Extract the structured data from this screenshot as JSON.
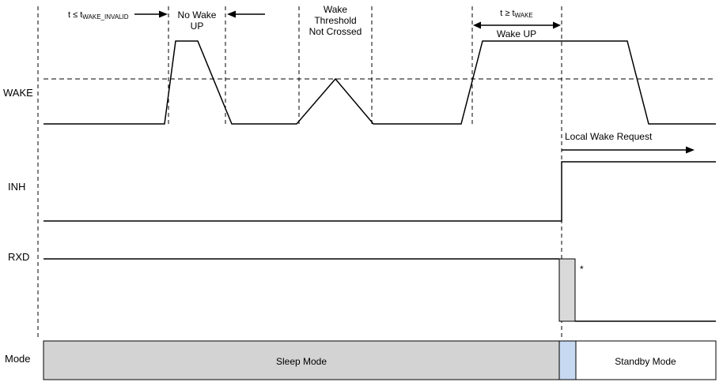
{
  "diagram": {
    "signal_labels": {
      "wake": "WAKE",
      "inh": "INH",
      "rxd": "RXD",
      "mode": "Mode"
    },
    "annotations": {
      "t_invalid_prefix": "t ≤ t",
      "t_invalid_sub": "WAKE_INVALID",
      "no_wake_line1": "No Wake",
      "no_wake_line2": "UP",
      "threshold_line1": "Wake",
      "threshold_line2": "Threshold",
      "threshold_line3": "Not Crossed",
      "t_wake_prefix": "t ≥ t",
      "t_wake_sub": "WAKE",
      "wake_up": "Wake UP",
      "local_wake_request": "Local Wake Request",
      "rxd_note": "*"
    },
    "mode_bar": {
      "sleep": "Sleep Mode",
      "standby": "Standby Mode"
    },
    "colors": {
      "line": "#000000",
      "sleep_fill": "#d3d3d3",
      "rxd_pulse_fill": "#d9d9d9",
      "transition_fill": "#c6d9f1",
      "standby_fill": "#ffffff"
    }
  }
}
